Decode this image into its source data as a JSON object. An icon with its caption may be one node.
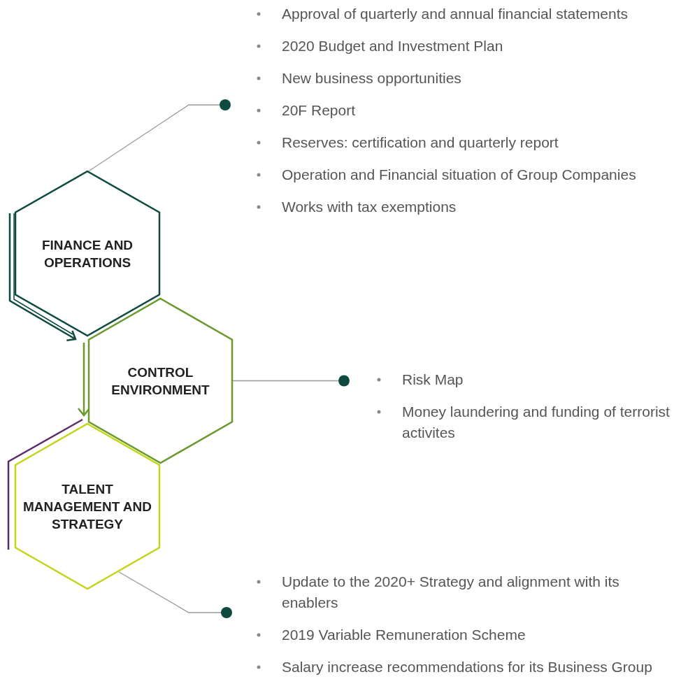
{
  "diagram": {
    "nodes": [
      {
        "text": [
          "FINANCE AND OPERATIONS"
        ]
      },
      {
        "text": [
          "Approval of quarterly and annual financial statements",
          "2020 Budget and Investment Plan",
          "New business opportunities",
          "20F Report",
          "Reserves: certification and quarterly report",
          "Operation and Financial situation of Group Companies",
          "Works with tax exemptions"
        ]
      },
      {
        "text": [
          "CONTROL ENVIRONMENT"
        ]
      },
      {
        "text": [
          "Risk Map",
          "Money laundering and funding of terrorist activites"
        ]
      },
      {
        "text": [
          "TALENT MANAGEMENT AND STRATEGY"
        ]
      },
      {
        "text": [
          "Update to the 2020+ Strategy and alignment with its enablers",
          "2019 Variable Remuneration Scheme",
          "Salary increase recommendations for its Business Group"
        ]
      }
    ],
    "edges": [
      {
        "from": 0,
        "to": 1,
        "arrow": "other"
      },
      {
        "from": 2,
        "to": 3,
        "arrow": "other"
      },
      {
        "from": 4,
        "to": 5,
        "arrow": "other"
      },
      {
        "from": 0,
        "to": 2,
        "arrow": "to",
        "color": "#0e4a40"
      },
      {
        "from": 2,
        "to": 4,
        "arrow": "to",
        "color": "#6a9a2e"
      }
    ]
  }
}
